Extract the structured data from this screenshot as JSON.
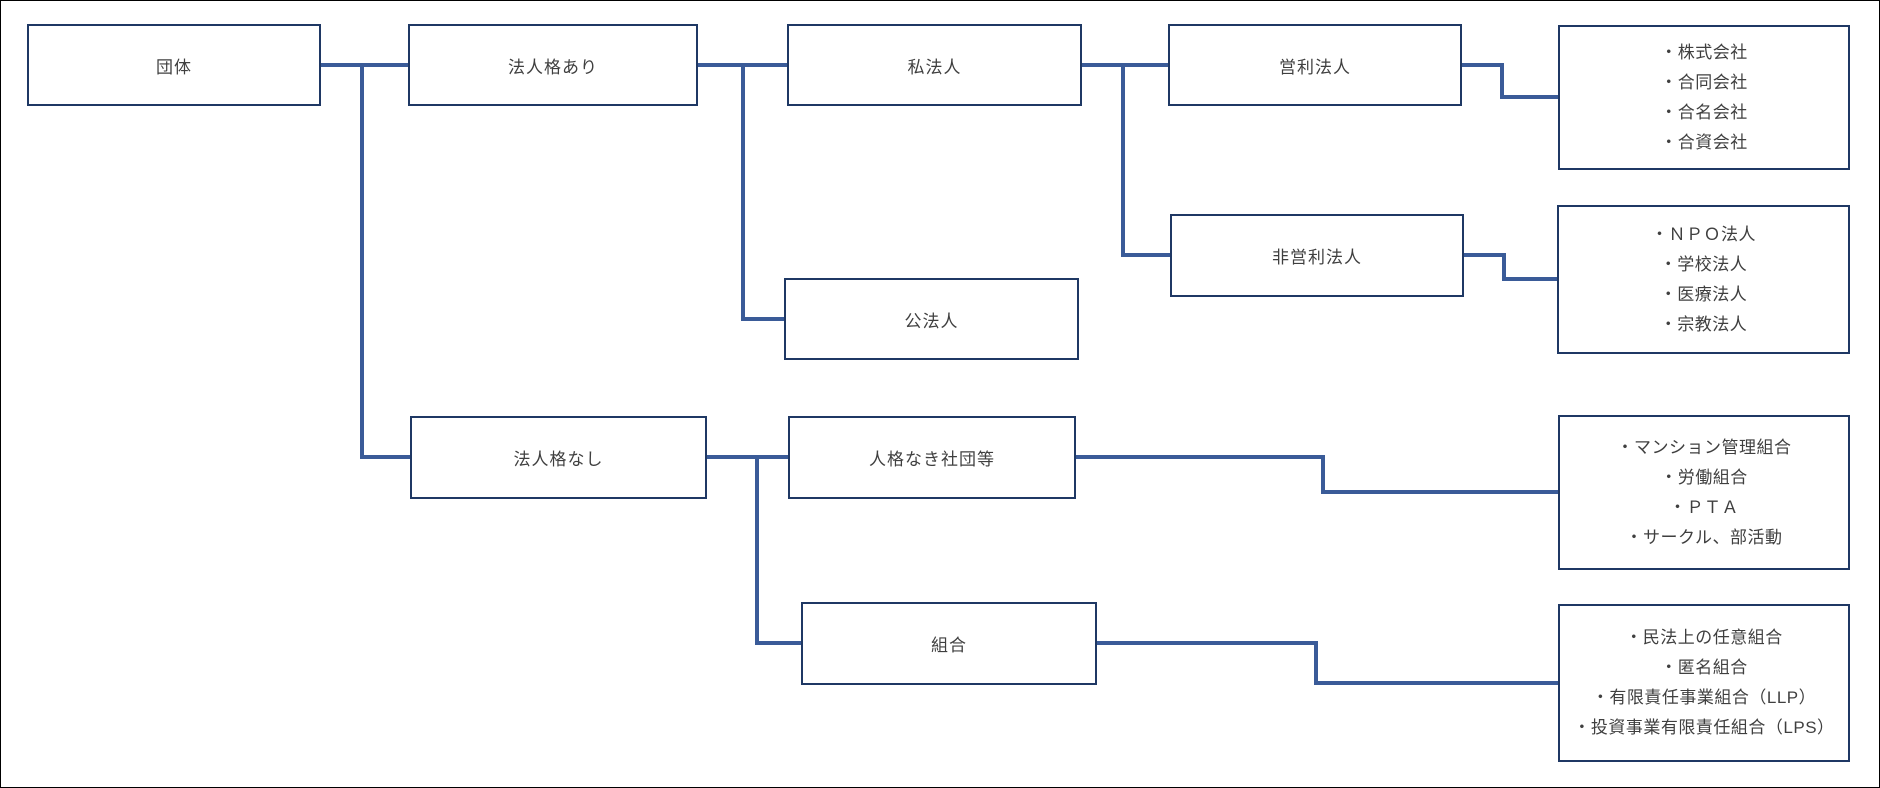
{
  "colors": {
    "connector_line": "#3A5B98",
    "box_border": "#1F3864",
    "text": "#3F3F3F",
    "outer_border": "#000000",
    "background": "#FFFFFF"
  },
  "nodes": [
    {
      "id": "organization",
      "label": "団体"
    },
    {
      "id": "legal-personality-yes",
      "label": "法人格あり"
    },
    {
      "id": "private-juridical-person",
      "label": "私法人"
    },
    {
      "id": "for-profit-corporation",
      "label": "営利法人"
    },
    {
      "id": "nonprofit-corporation",
      "label": "非営利法人"
    },
    {
      "id": "public-juridical-person",
      "label": "公法人"
    },
    {
      "id": "legal-personality-no",
      "label": "法人格なし"
    },
    {
      "id": "unincorporated-association",
      "label": "人格なき社団等"
    },
    {
      "id": "partnership",
      "label": "組合"
    }
  ],
  "leaf_lists": [
    {
      "parent": "営利法人",
      "items": [
        "・株式会社",
        "・合同会社",
        "・合名会社",
        "・合資会社"
      ]
    },
    {
      "parent": "非営利法人",
      "items": [
        "・ＮＰＯ法人",
        "・学校法人",
        "・医療法人",
        "・宗教法人"
      ]
    },
    {
      "parent": "人格なき社団等",
      "items": [
        "・マンション管理組合",
        "・労働組合",
        "・ＰＴＡ",
        "・サークル、部活動"
      ]
    },
    {
      "parent": "組合",
      "items": [
        "・民法上の任意組合",
        "・匿名組合",
        "・有限責任事業組合（LLP）",
        "・投資事業有限責任組合（LPS）"
      ]
    }
  ]
}
